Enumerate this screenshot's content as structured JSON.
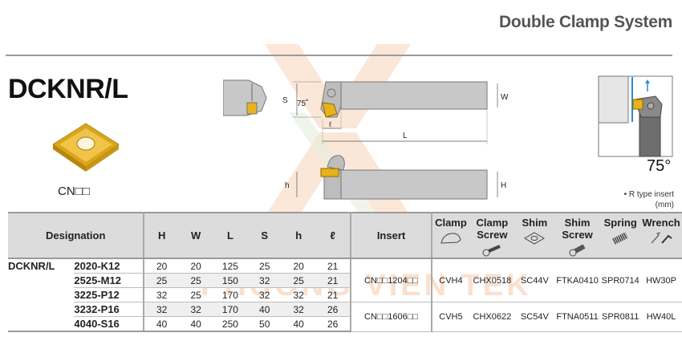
{
  "header": {
    "title": "Double Clamp System",
    "model": "DCKNR/L"
  },
  "insert_image": {
    "label": "CN□□"
  },
  "diagram": {
    "labels": {
      "S": "S",
      "angle": "75˚",
      "W": "W",
      "l": "ℓ",
      "L": "L",
      "h": "h",
      "H": "H"
    },
    "approach_angle": "75°",
    "note_type": "• R type insert",
    "note_units": "(mm)"
  },
  "table": {
    "headers": {
      "designation": "Designation",
      "dims": [
        "H",
        "W",
        "L",
        "S",
        "h",
        "ℓ"
      ],
      "insert": "Insert",
      "accessories": [
        "Clamp",
        "Clamp Screw",
        "Shim",
        "Shim Screw",
        "Spring",
        "Wrench"
      ]
    },
    "series": "DCKNR/L",
    "rows": [
      {
        "code": "2020-K12",
        "H": "20",
        "W": "20",
        "L": "125",
        "S": "25",
        "h": "20",
        "l": "21"
      },
      {
        "code": "2525-M12",
        "H": "25",
        "W": "25",
        "L": "150",
        "S": "32",
        "h": "25",
        "l": "21"
      },
      {
        "code": "3225-P12",
        "H": "32",
        "W": "25",
        "L": "170",
        "S": "32",
        "h": "32",
        "l": "21"
      },
      {
        "code": "3232-P16",
        "H": "32",
        "W": "32",
        "L": "170",
        "S": "40",
        "h": "32",
        "l": "26"
      },
      {
        "code": "4040-S16",
        "H": "40",
        "W": "40",
        "L": "250",
        "S": "50",
        "h": "40",
        "l": "26"
      }
    ],
    "groups": [
      {
        "insert": "CN□□1204□□",
        "clamp": "CVH4",
        "clamp_screw": "CHX0518",
        "shim": "SC44V",
        "shim_screw": "FTKA0410",
        "spring": "SPR0714",
        "wrench": "HW30P"
      },
      {
        "insert": "CN□□1606□□",
        "clamp": "CVH5",
        "clamp_screw": "CHX0622",
        "shim": "SC54V",
        "shim_screw": "FTNA0511",
        "spring": "SPR0811",
        "wrench": "HW40L"
      }
    ]
  },
  "watermark": {
    "text": "PHUONG VIEN TEK"
  },
  "colors": {
    "insert_gold": "#e8b21a",
    "tool_gray": "#c8c8c8",
    "header_gray": "#dcdcdc",
    "watermark": "#f7c6a3",
    "blue_line": "#2a8ad6"
  }
}
